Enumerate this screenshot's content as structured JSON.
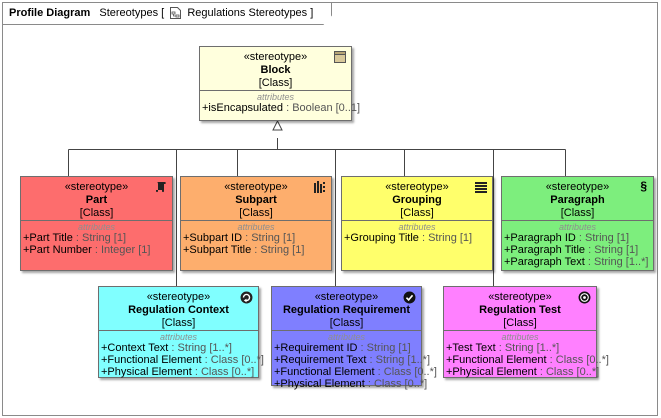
{
  "frame": {
    "kind": "Profile Diagram",
    "owner": "Stereotypes",
    "bracket_open": "[",
    "name": "Regulations Stereotypes",
    "bracket_close": "]"
  },
  "compartment_title": "attributes",
  "stereotypes": {
    "block": {
      "keyword": "«stereotype»",
      "name": "Block",
      "metaclass": "[Class]",
      "fill": "#ffffdd",
      "icon": "block-icon",
      "attrs": [
        {
          "name": "+isEncapsulated",
          "type": "Boolean [0..1]"
        }
      ]
    },
    "part": {
      "keyword": "«stereotype»",
      "name": "Part",
      "metaclass": "[Class]",
      "fill": "#fd6d6d",
      "icon": "scroll-icon",
      "attrs": [
        {
          "name": "+Part Title",
          "type": "String [1]"
        },
        {
          "name": "+Part Number",
          "type": "Integer [1]"
        }
      ]
    },
    "subpart": {
      "keyword": "«stereotype»",
      "name": "Subpart",
      "metaclass": "[Class]",
      "fill": "#fdae6d",
      "icon": "bookshelf-icon",
      "attrs": [
        {
          "name": "+Subpart ID",
          "type": "String [1]"
        },
        {
          "name": "+Subpart Title",
          "type": "String [1]"
        }
      ]
    },
    "grouping": {
      "keyword": "«stereotype»",
      "name": "Grouping",
      "metaclass": "[Class]",
      "fill": "#ffff6b",
      "icon": "lines-icon",
      "attrs": [
        {
          "name": "+Grouping Title",
          "type": "String [1]"
        }
      ]
    },
    "paragraph": {
      "keyword": "«stereotype»",
      "name": "Paragraph",
      "metaclass": "[Class]",
      "fill": "#7dee7d",
      "icon": "section-sign-icon",
      "icon_glyph": "§",
      "attrs": [
        {
          "name": "+Paragraph ID",
          "type": "String [1]"
        },
        {
          "name": "+Paragraph Title",
          "type": "String [1]"
        },
        {
          "name": "+Paragraph Text",
          "type": "String [1..*]"
        }
      ]
    },
    "context": {
      "keyword": "«stereotype»",
      "name": "Regulation Context",
      "metaclass": "[Class]",
      "fill": "#80ffff",
      "icon": "context-cycle-icon",
      "attrs": [
        {
          "name": "+Context Text",
          "type": "String [1..*]"
        },
        {
          "name": "+Functional Element",
          "type": "Class [0..*]"
        },
        {
          "name": "+Physical Element",
          "type": "Class [0..*]"
        }
      ]
    },
    "requirement": {
      "keyword": "«stereotype»",
      "name": "Regulation Requirement",
      "metaclass": "[Class]",
      "fill": "#7f7fff",
      "icon": "check-circle-icon",
      "attrs": [
        {
          "name": "+Requirement ID",
          "type": "String [1]"
        },
        {
          "name": "+Requirement Text",
          "type": "String [1..*]"
        },
        {
          "name": "+Functional Element",
          "type": "Class [0..*]"
        },
        {
          "name": "+Physical Element",
          "type": "Class [0..*]"
        }
      ]
    },
    "test": {
      "keyword": "«stereotype»",
      "name": "Regulation Test",
      "metaclass": "[Class]",
      "fill": "#ff80ff",
      "icon": "target-icon",
      "attrs": [
        {
          "name": "+Test Text",
          "type": "String [1..*]"
        },
        {
          "name": "+Functional Element",
          "type": "Class [0..*]"
        },
        {
          "name": "+Physical Element",
          "type": "Class [0..*]"
        }
      ]
    }
  }
}
